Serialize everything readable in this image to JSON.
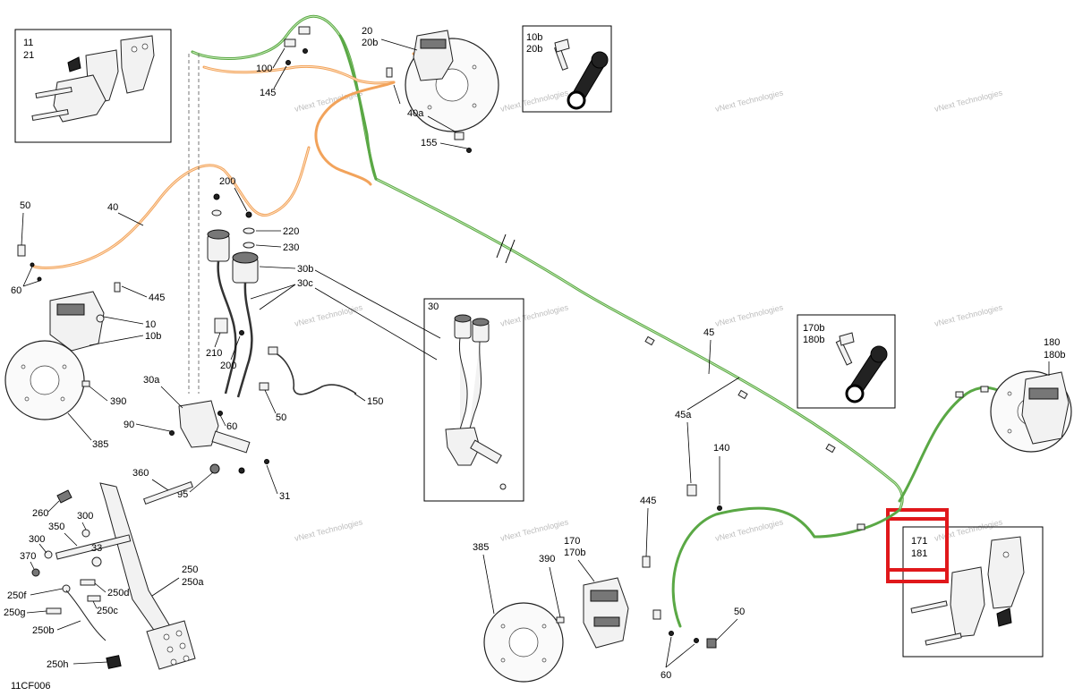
{
  "diagram_code": "11CF006",
  "watermark_text": "vNext Technologies",
  "colors": {
    "front_hose": "#5aa845",
    "rear_hose": "#f2a35b",
    "highlight": "#e0181b"
  },
  "callouts": {
    "c11": "11",
    "c21": "21",
    "c20": "20",
    "c20b": "20b",
    "c10b": "10b",
    "c20b2": "20b",
    "c100": "100",
    "c145": "145",
    "c40a": "40a",
    "c155": "155",
    "c50a": "50",
    "c60a": "60",
    "c40": "40",
    "c200a": "200",
    "c220": "220",
    "c230": "230",
    "c30b": "30b",
    "c30c": "30c",
    "c445a": "445",
    "c10": "10",
    "c10bb": "10b",
    "c390a": "390",
    "c385a": "385",
    "c210": "210",
    "c200b": "200",
    "c150": "150",
    "c50b": "50",
    "c30a": "30a",
    "c90": "90",
    "c60b": "60",
    "c95": "95",
    "c31": "31",
    "c360": "360",
    "c260": "260",
    "c300a": "300",
    "c350": "350",
    "c300b": "300",
    "c33": "33",
    "c370": "370",
    "c250f": "250f",
    "c250d": "250d",
    "c250c": "250c",
    "c250g": "250g",
    "c250b": "250b",
    "c250h": "250h",
    "c250": "250",
    "c250a": "250a",
    "c30": "30",
    "c45": "45",
    "c45a": "45a",
    "c140": "140",
    "c170b": "170b",
    "c180b": "180b",
    "c180": "180",
    "c180bb": "180b",
    "c445b": "445",
    "c385b": "385",
    "c390b": "390",
    "c170": "170",
    "c170bb": "170b",
    "c50c": "50",
    "c60c": "60",
    "c171": "171",
    "c181": "181"
  }
}
